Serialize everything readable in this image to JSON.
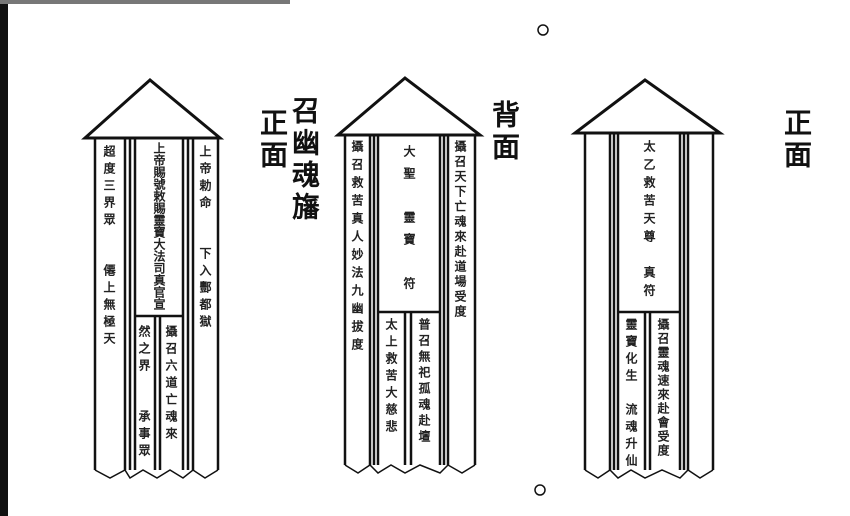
{
  "labels": {
    "front_left": "正面",
    "title": "召幽魂旛",
    "back": "背面",
    "front_right": "正面"
  },
  "banners": [
    {
      "strips": [
        "超度三界眾　　僊上無極天",
        "上帝賜號敕賜靈寶大法司真官宣",
        "上帝勅命　　下入酆都獄",
        "然之界　　承事眾",
        "攝召六道亡魂來"
      ]
    },
    {
      "strips": [
        "攝召救苦真人妙法九幽拔度",
        "大聖　靈寶　符",
        "攝召天下亡魂來赴道場受度",
        "太上救苦大慈悲",
        "普召無祀孤魂赴壇"
      ]
    },
    {
      "strips": [
        "太乙救苦天尊　真符",
        "靈寶化生　流魂升仙",
        "攝召靈魂速來赴會受度"
      ]
    }
  ]
}
